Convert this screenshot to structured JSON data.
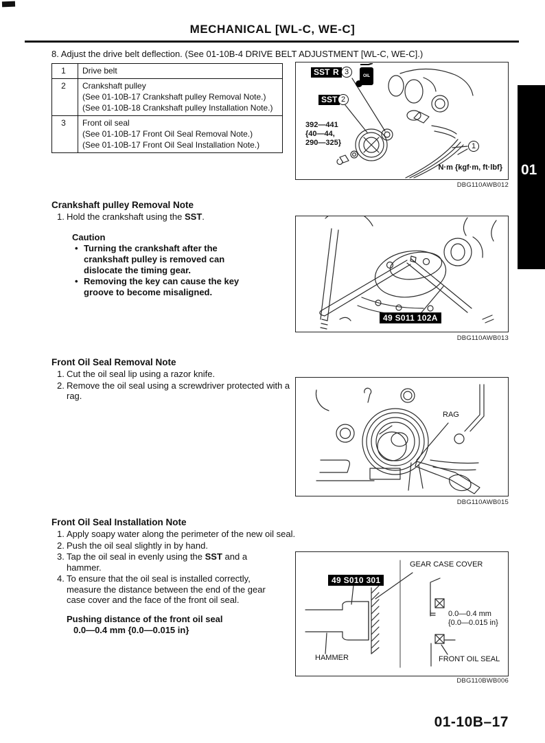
{
  "page": {
    "header_title": "MECHANICAL [WL-C, WE-C]",
    "tab_label": "01",
    "page_number": "01-10B–17",
    "step8_num": "8.",
    "step8_text": "Adjust the drive belt deflection. (See 01-10B-4 DRIVE BELT ADJUSTMENT [WL-C, WE-C].)"
  },
  "parts_table": {
    "rows": [
      {
        "num": "1",
        "lines": [
          "Drive belt",
          "",
          ""
        ]
      },
      {
        "num": "2",
        "lines": [
          "Crankshaft pulley",
          "(See 01-10B-17 Crankshaft pulley Removal Note.)",
          "(See 01-10B-18 Crankshaft pulley Installation Note.)"
        ]
      },
      {
        "num": "3",
        "lines": [
          "Front oil seal",
          "(See 01-10B-17 Front Oil Seal Removal Note.)",
          "(See 01-10B-17 Front Oil Seal Installation Note.)"
        ]
      }
    ]
  },
  "figure1": {
    "sst1": "SST",
    "r_label": "R",
    "num3": "3",
    "sst2": "SST",
    "num2": "2",
    "num1": "1",
    "oil_label": "OIL",
    "torque": [
      "392—441",
      "{40—44,",
      "290—325}"
    ],
    "units": "N·m {kgf·m, ft·lbf}",
    "caption": "DBG110AWB012"
  },
  "crank_removal": {
    "title": "Crankshaft pulley Removal Note",
    "step_num": "1.",
    "step_pre": "Hold the crankshaft using the ",
    "step_bold": "SST",
    "step_post": ".",
    "caution_title": "Caution",
    "bullet": "•",
    "bullets": [
      "Turning the crankshaft after the crankshaft pulley is removed can dislocate the timing gear.",
      "Removing the key can cause the key groove to become misaligned."
    ]
  },
  "figure2": {
    "tool_label": "49 S011 102A",
    "caption": "DBG110AWB013"
  },
  "seal_removal": {
    "title": "Front Oil Seal Removal Note",
    "steps": [
      {
        "num": "1.",
        "text": "Cut the oil seal lip using a razor knife."
      },
      {
        "num": "2.",
        "text": "Remove the oil seal using a screwdriver protected with a rag."
      }
    ]
  },
  "figure3": {
    "rag_label": "RAG",
    "caption": "DBG110AWB015"
  },
  "seal_install": {
    "title": "Front Oil Seal Installation Note",
    "steps": [
      {
        "num": "1.",
        "text": "Apply soapy water along the perimeter of the new oil seal."
      },
      {
        "num": "2.",
        "text": "Push the oil seal slightly in by hand."
      },
      {
        "num": "3.",
        "pre": "Tap the oil seal in evenly using the ",
        "bold": "SST",
        "post": " and a hammer."
      },
      {
        "num": "4.",
        "text": "To ensure that the oil seal is installed correctly, measure the distance between the end of the gear case cover and the face of the front oil seal."
      }
    ],
    "spec_title": "Pushing distance of the front oil seal",
    "spec_value": "0.0—0.4 mm {0.0—0.015 in}"
  },
  "figure4": {
    "tool_label": "49 S010 301",
    "gear_case_label": "GEAR CASE COVER",
    "dim_line1": "0.0—0.4 mm",
    "dim_line2": "{0.0—0.015 in}",
    "hammer_label": "HAMMER",
    "seal_label": "FRONT OIL SEAL",
    "caption": "DBG110BWB006"
  }
}
